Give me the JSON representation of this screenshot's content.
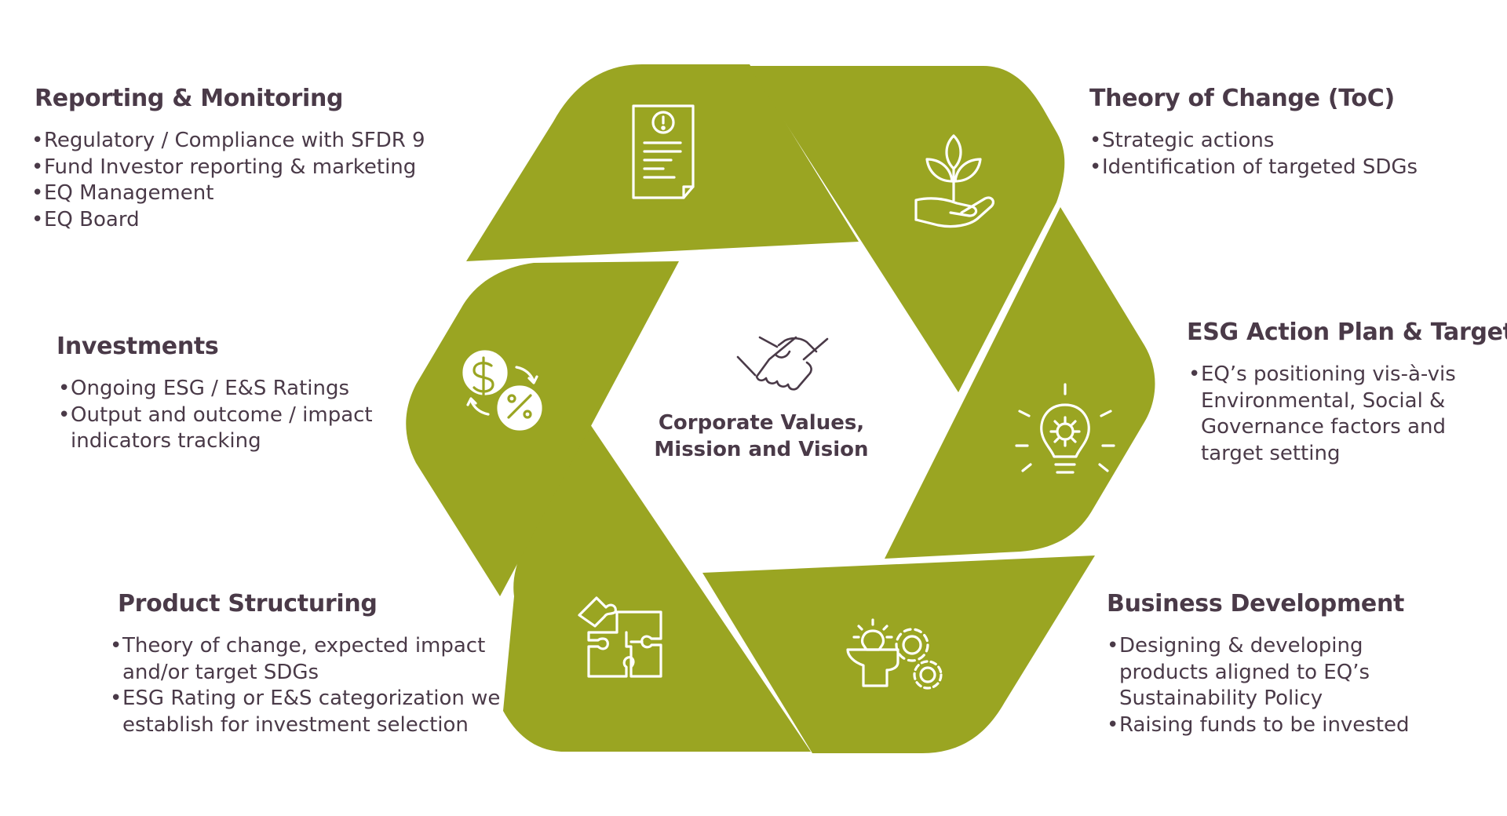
{
  "center": {
    "label": "Corporate Values,\nMission and Vision",
    "icon": "handshake-icon"
  },
  "colors": {
    "segment": "#9aa522",
    "text": "#4a3a48",
    "icon": "#ffffff"
  },
  "blocks": {
    "reporting": {
      "title": "Reporting & Monitoring",
      "icon": "document-alert-icon",
      "items": [
        "Regulatory / Compliance with SFDR 9",
        "Fund Investor reporting & marketing",
        "EQ Management",
        "EQ Board"
      ]
    },
    "toc": {
      "title": "Theory of Change (ToC)",
      "icon": "hand-plant-icon",
      "items": [
        "Strategic actions",
        "Identification of targeted SDGs"
      ]
    },
    "esg": {
      "title": "ESG Action Plan & Targets",
      "icon": "lightbulb-gear-icon",
      "items": [
        "EQ’s positioning vis-à-vis\nEnvironmental, Social &\nGovernance factors and\ntarget setting"
      ]
    },
    "business": {
      "title": "Business Development",
      "icon": "head-gears-icon",
      "items": [
        "Designing & developing\nproducts aligned to EQ’s\nSustainability Policy",
        "Raising funds to be invested"
      ]
    },
    "product": {
      "title": "Product Structuring",
      "icon": "puzzle-icon",
      "items": [
        "Theory of change, expected impact\nand/or target SDGs",
        "ESG Rating or E&S categorization we\nestablish for investment selection"
      ]
    },
    "investments": {
      "title": "Investments",
      "icon": "dollar-percent-icon",
      "items": [
        "Ongoing ESG / E&S Ratings",
        "Output and outcome / impact\nindicators tracking"
      ]
    }
  }
}
